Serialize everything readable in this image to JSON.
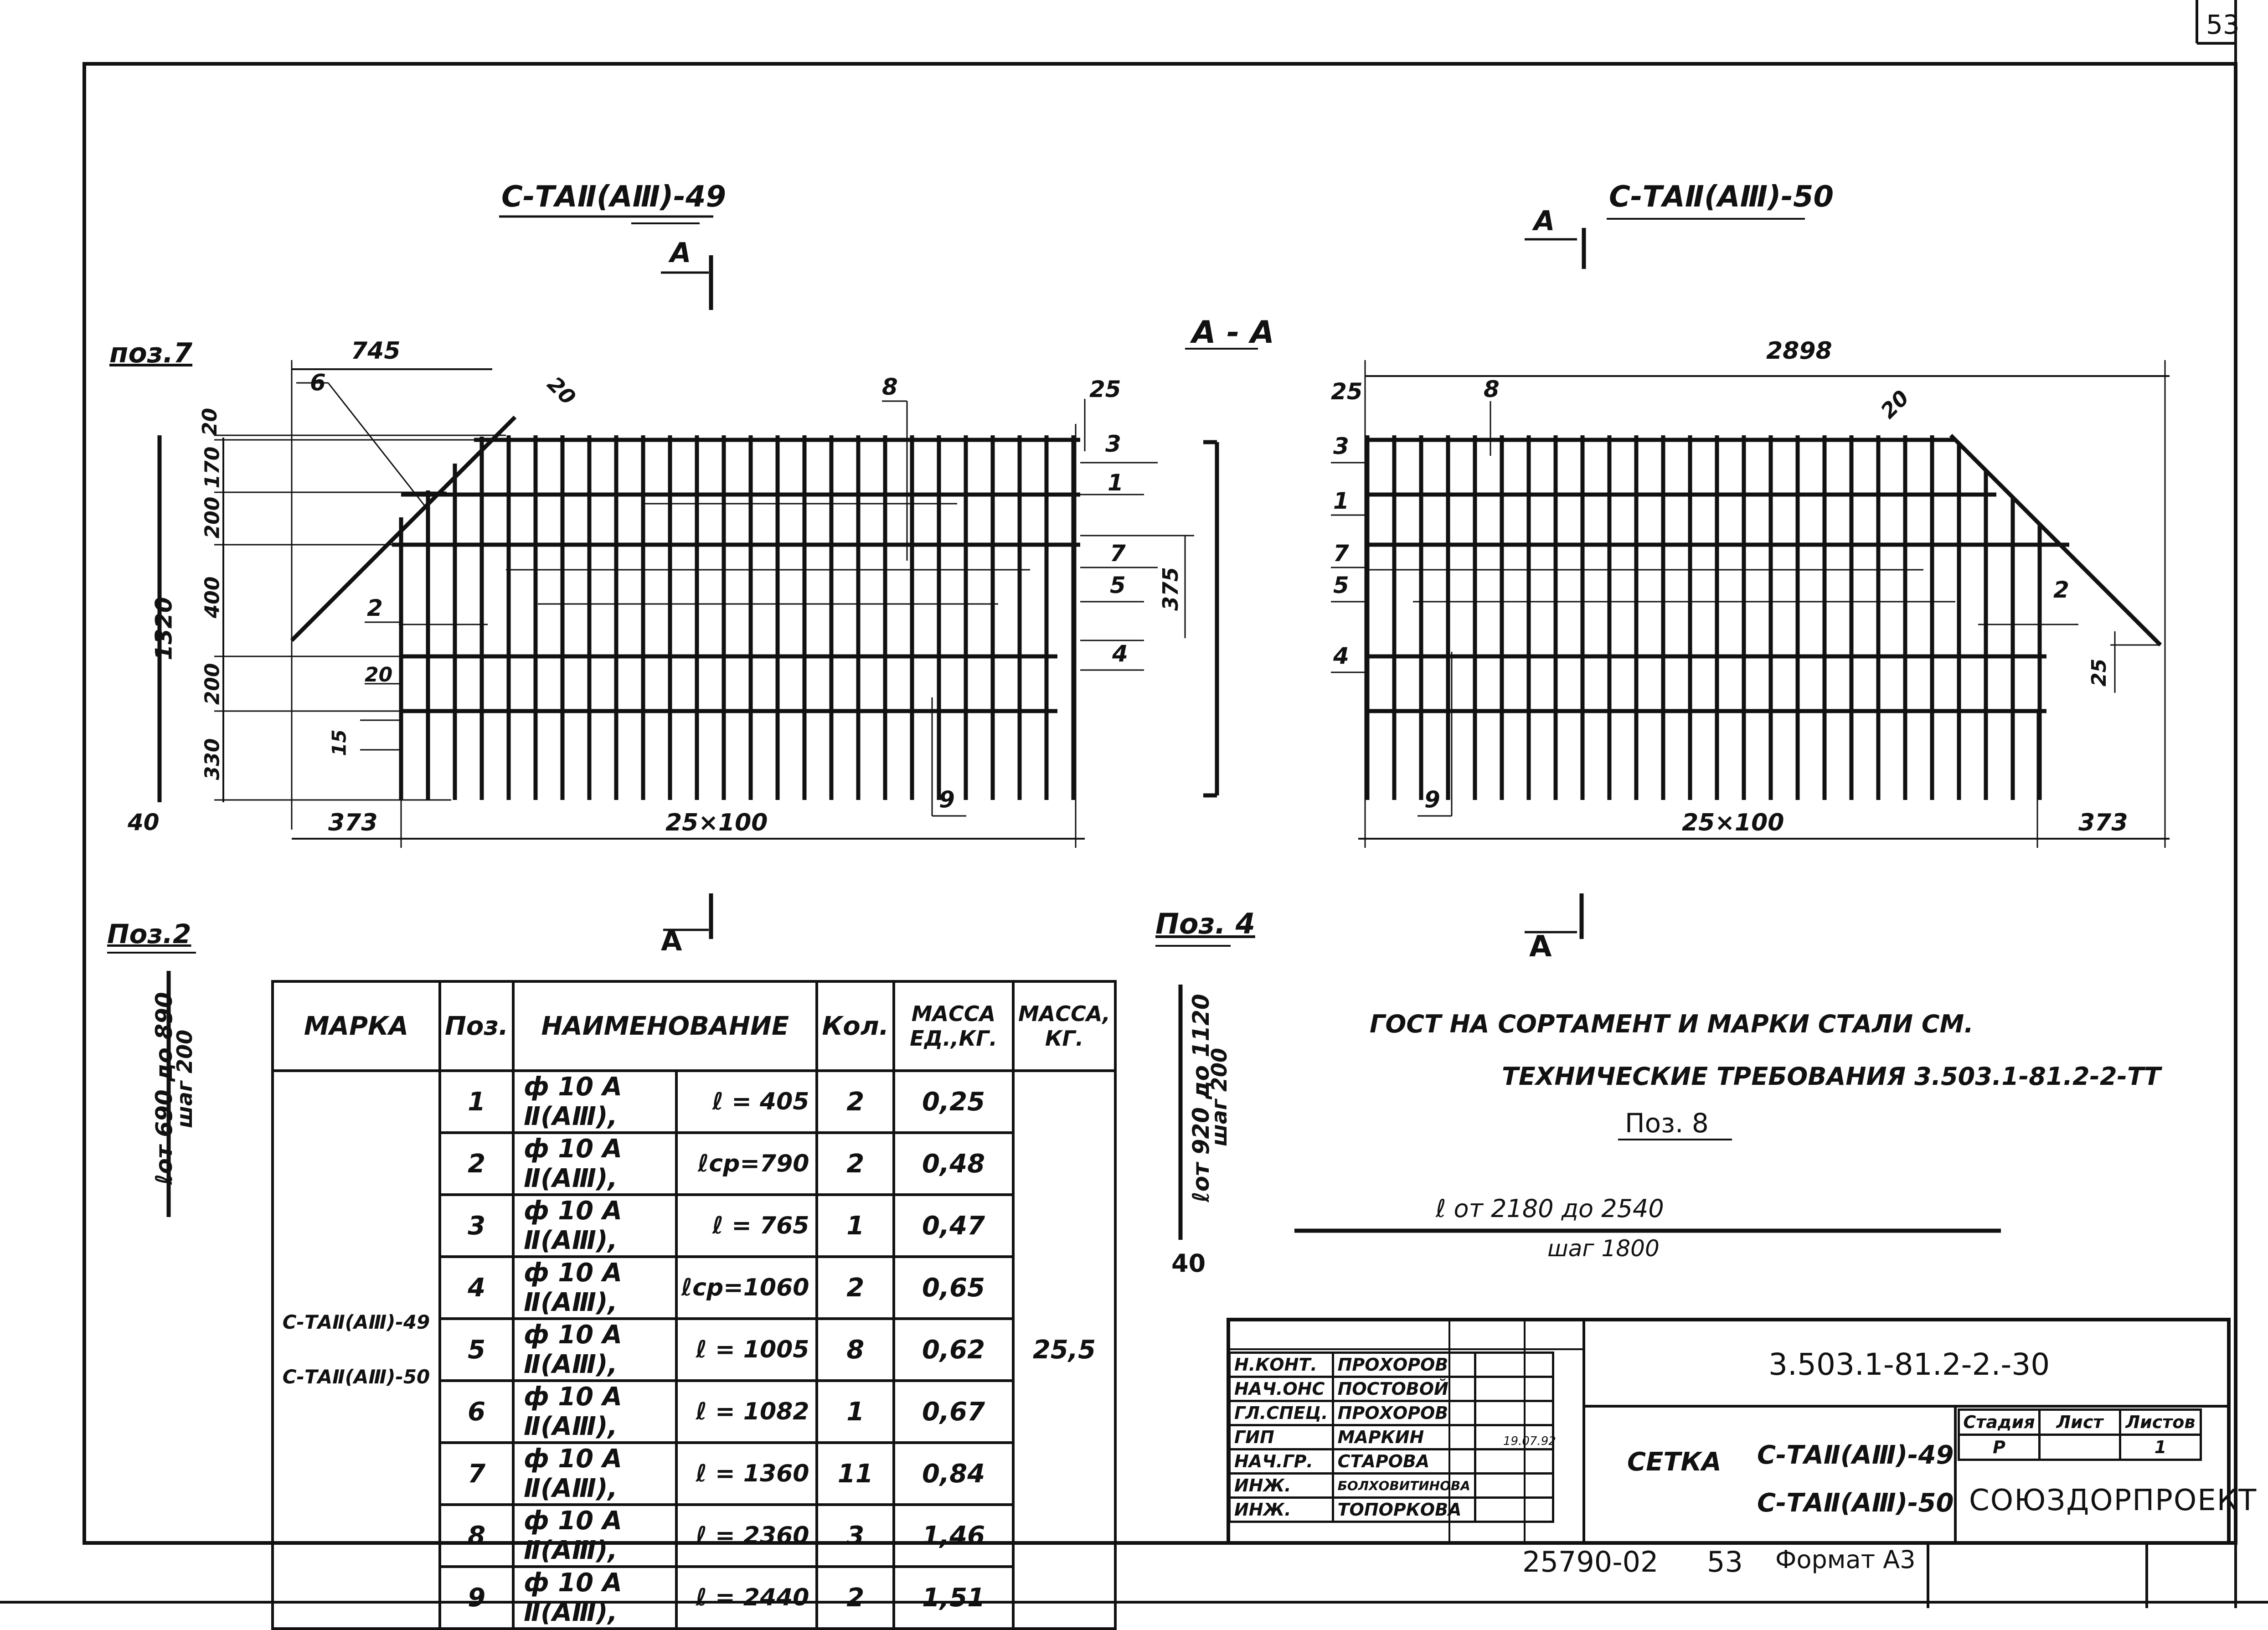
{
  "page": {
    "sheet_number_top": "53"
  },
  "drawing_left": {
    "title": "С-ТАⅡ(АⅢ)-49",
    "section_label": "А",
    "pos_label": "поз.7",
    "dims": {
      "d745": "745",
      "d6": "6",
      "d20a": "20",
      "d8": "8",
      "d25": "25",
      "d3": "3",
      "d1": "1",
      "d7": "7",
      "d5": "5",
      "d375": "375",
      "d4": "4",
      "d2": "2",
      "d20b": "20",
      "d15": "15",
      "d9": "9",
      "v20": "20",
      "v170": "170",
      "v200a": "200",
      "v400": "400",
      "v200b": "200",
      "v330": "330",
      "v1320": "1320",
      "v40": "40",
      "h373": "373",
      "h25x100": "25×100"
    }
  },
  "section_aa": {
    "label": "А - А"
  },
  "drawing_right": {
    "title": "С-ТАⅡ(АⅢ)-50",
    "section_label": "А",
    "dims": {
      "d2898": "2898",
      "d25": "25",
      "d8": "8",
      "d20": "20",
      "d3": "3",
      "d1": "1",
      "d7": "7",
      "d5": "5",
      "d4": "4",
      "d2": "2",
      "d25b": "25",
      "d9": "9",
      "h25x100": "25×100",
      "h373": "373"
    }
  },
  "pos2": {
    "label": "Поз.2",
    "top": "ℓот 690 до 890",
    "bottom": "шаг 200",
    "section_label": "А"
  },
  "pos4": {
    "label": "Поз. 4",
    "top": "ℓот 920 до 1120",
    "bottom": "шаг 200",
    "dim40": "40",
    "section_label": "А"
  },
  "notes": {
    "line1": "ГОСТ НА СОРТАМЕНТ И МАРКИ СТАЛИ СМ.",
    "line2": "ТЕХНИЧЕСКИЕ ТРЕБОВАНИЯ 3.503.1-81.2-2-ТТ"
  },
  "pos8": {
    "label": "Поз. 8",
    "top": "ℓ от 2180 до 2540",
    "bottom": "шаг 1800"
  },
  "spec_table": {
    "headers": {
      "mark": "МАРКА",
      "pos": "Поз.",
      "name": "НАИМЕНОВАНИЕ",
      "qty": "Кол.",
      "mass_unit": "МАССА ЕД.,КГ.",
      "mass": "МАССА, КГ."
    },
    "mark1": "С-ТАⅡ(АⅢ)-49",
    "mark2": "С-ТАⅡ(АⅢ)-50",
    "total_mass": "25,5",
    "rows": [
      {
        "pos": "1",
        "name": "ф 10 А Ⅱ(АⅢ),",
        "len": "ℓ = 405",
        "qty": "2",
        "mass": "0,25"
      },
      {
        "pos": "2",
        "name": "ф 10 А Ⅱ(АⅢ),",
        "len": "ℓср=790",
        "qty": "2",
        "mass": "0,48"
      },
      {
        "pos": "3",
        "name": "ф 10 А Ⅱ(АⅢ),",
        "len": "ℓ = 765",
        "qty": "1",
        "mass": "0,47"
      },
      {
        "pos": "4",
        "name": "ф 10 А Ⅱ(АⅢ),",
        "len": "ℓср=1060",
        "qty": "2",
        "mass": "0,65"
      },
      {
        "pos": "5",
        "name": "ф 10 А Ⅱ(АⅢ),",
        "len": "ℓ = 1005",
        "qty": "8",
        "mass": "0,62"
      },
      {
        "pos": "6",
        "name": "ф 10 А Ⅱ(АⅢ),",
        "len": "ℓ = 1082",
        "qty": "1",
        "mass": "0,67"
      },
      {
        "pos": "7",
        "name": "ф 10 А Ⅱ(АⅢ),",
        "len": "ℓ = 1360",
        "qty": "11",
        "mass": "0,84"
      },
      {
        "pos": "8",
        "name": "ф 10 А Ⅱ(АⅢ),",
        "len": "ℓ = 2360",
        "qty": "3",
        "mass": "1,46"
      },
      {
        "pos": "9",
        "name": "ф 10 А Ⅱ(АⅢ),",
        "len": "ℓ = 2440",
        "qty": "2",
        "mass": "1,51"
      }
    ]
  },
  "title_block": {
    "doc_code": "3.503.1-81.2-2.-30",
    "roles": [
      {
        "role": "Н.КОНТ.",
        "name": "ПРОХОРОВ"
      },
      {
        "role": "НАЧ.ОНС",
        "name": "ПОСТОВОЙ"
      },
      {
        "role": "ГЛ.СПЕЦ.",
        "name": "ПРОХОРОВ"
      },
      {
        "role": "ГИП",
        "name": "МАРКИН"
      },
      {
        "role": "НАЧ.ГР.",
        "name": "СТАРОВА"
      },
      {
        "role": "ИНЖ.",
        "name": "БОЛХОВИТИНОВА"
      },
      {
        "role": "ИНЖ.",
        "name": "ТОПОРКОВА"
      }
    ],
    "date": "19.07.92",
    "item_title": "СЕТКА",
    "item_mark1": "С-ТАⅡ(АⅢ)-49",
    "item_mark2": "С-ТАⅡ(АⅢ)-50",
    "stage_header": "Стадия",
    "sheet_header": "Лист",
    "sheets_header": "Листов",
    "stage_value": "Р",
    "sheets_value": "1",
    "org": "СОЮЗДОРПРОЕКТ"
  },
  "footer": {
    "inventory": "25790-02",
    "sheet": "53",
    "format": "Формат А3"
  }
}
